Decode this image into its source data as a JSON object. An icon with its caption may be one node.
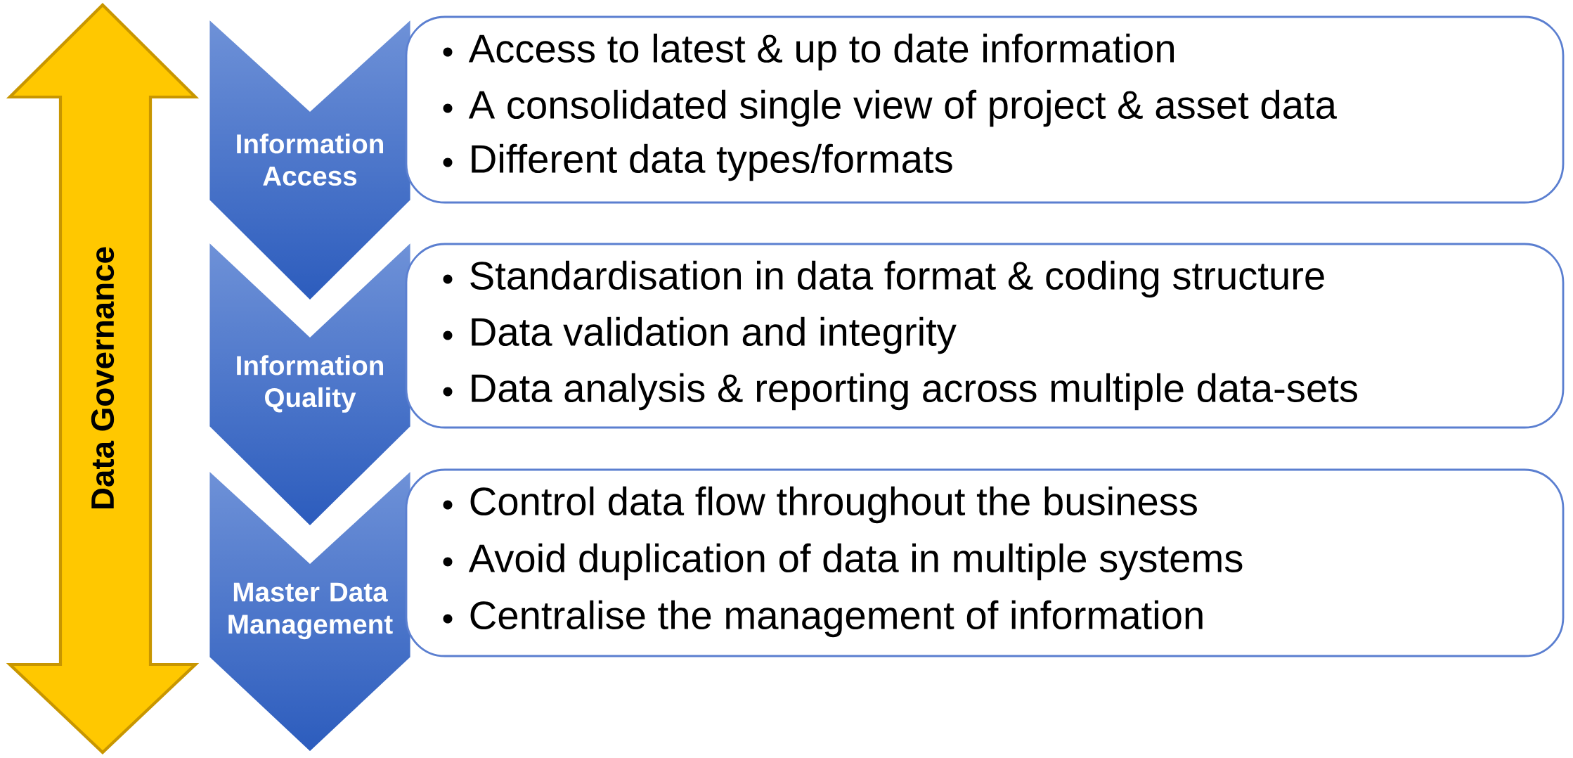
{
  "diagram": {
    "nodes": [
      {
        "text": [
          "Data Governance"
        ]
      },
      {
        "text": [
          "Information Access"
        ]
      },
      {
        "text": [
          "Access to latest & up to date information",
          "A consolidated single view of project & asset data",
          "Different data types/formats"
        ]
      },
      {
        "text": [
          "Information Quality"
        ]
      },
      {
        "text": [
          "Standardisation in data format & coding structure",
          "Data validation and integrity",
          "Data analysis & reporting across multiple data-sets"
        ]
      },
      {
        "text": [
          "Master Data Management"
        ]
      },
      {
        "text": [
          "Control data flow throughout the business",
          "Avoid duplication of data in multiple systems",
          "Centralise the management of information"
        ]
      }
    ]
  }
}
